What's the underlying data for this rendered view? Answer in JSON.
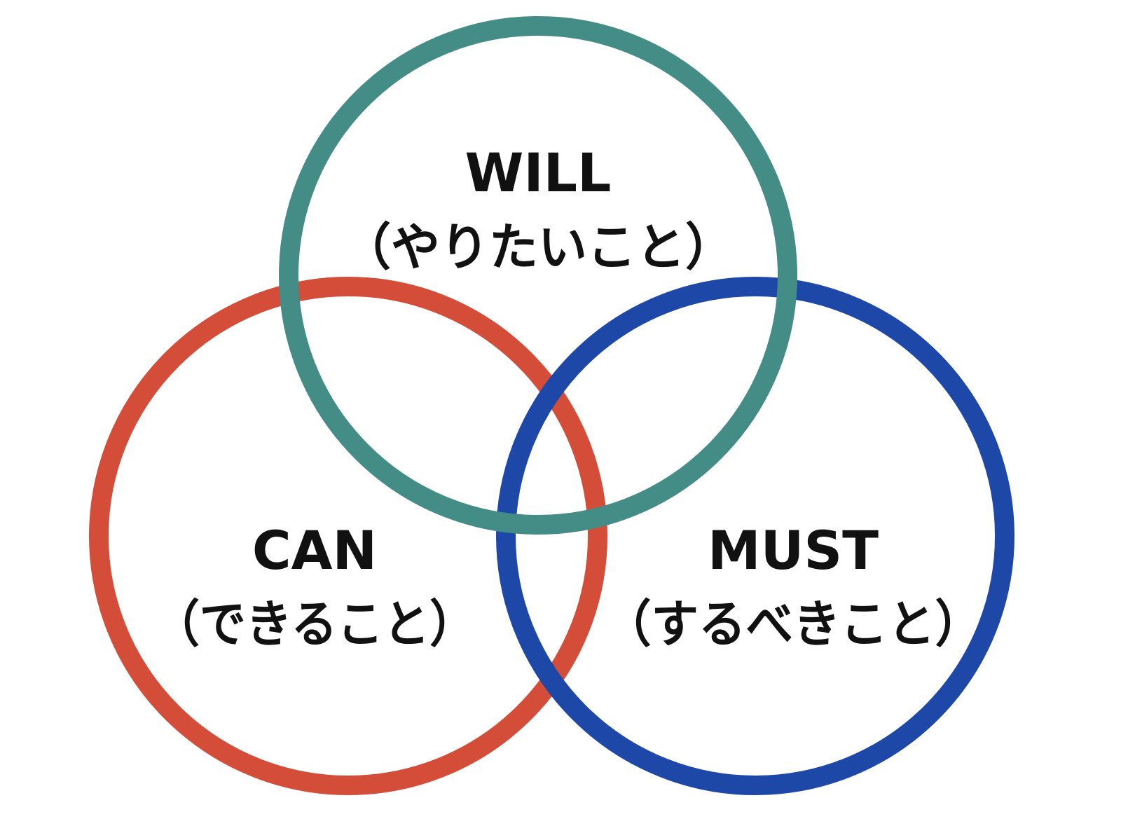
{
  "diagram": {
    "circles": [
      {
        "key": "can",
        "title": "CAN",
        "subtitle": "（できること）",
        "color": "#D44D38"
      },
      {
        "key": "must",
        "title": "MUST",
        "subtitle": "（するべきこと）",
        "color": "#1E48A8"
      },
      {
        "key": "will",
        "title": "WILL",
        "subtitle": "（やりたいこと）",
        "color": "#448D87"
      }
    ]
  }
}
